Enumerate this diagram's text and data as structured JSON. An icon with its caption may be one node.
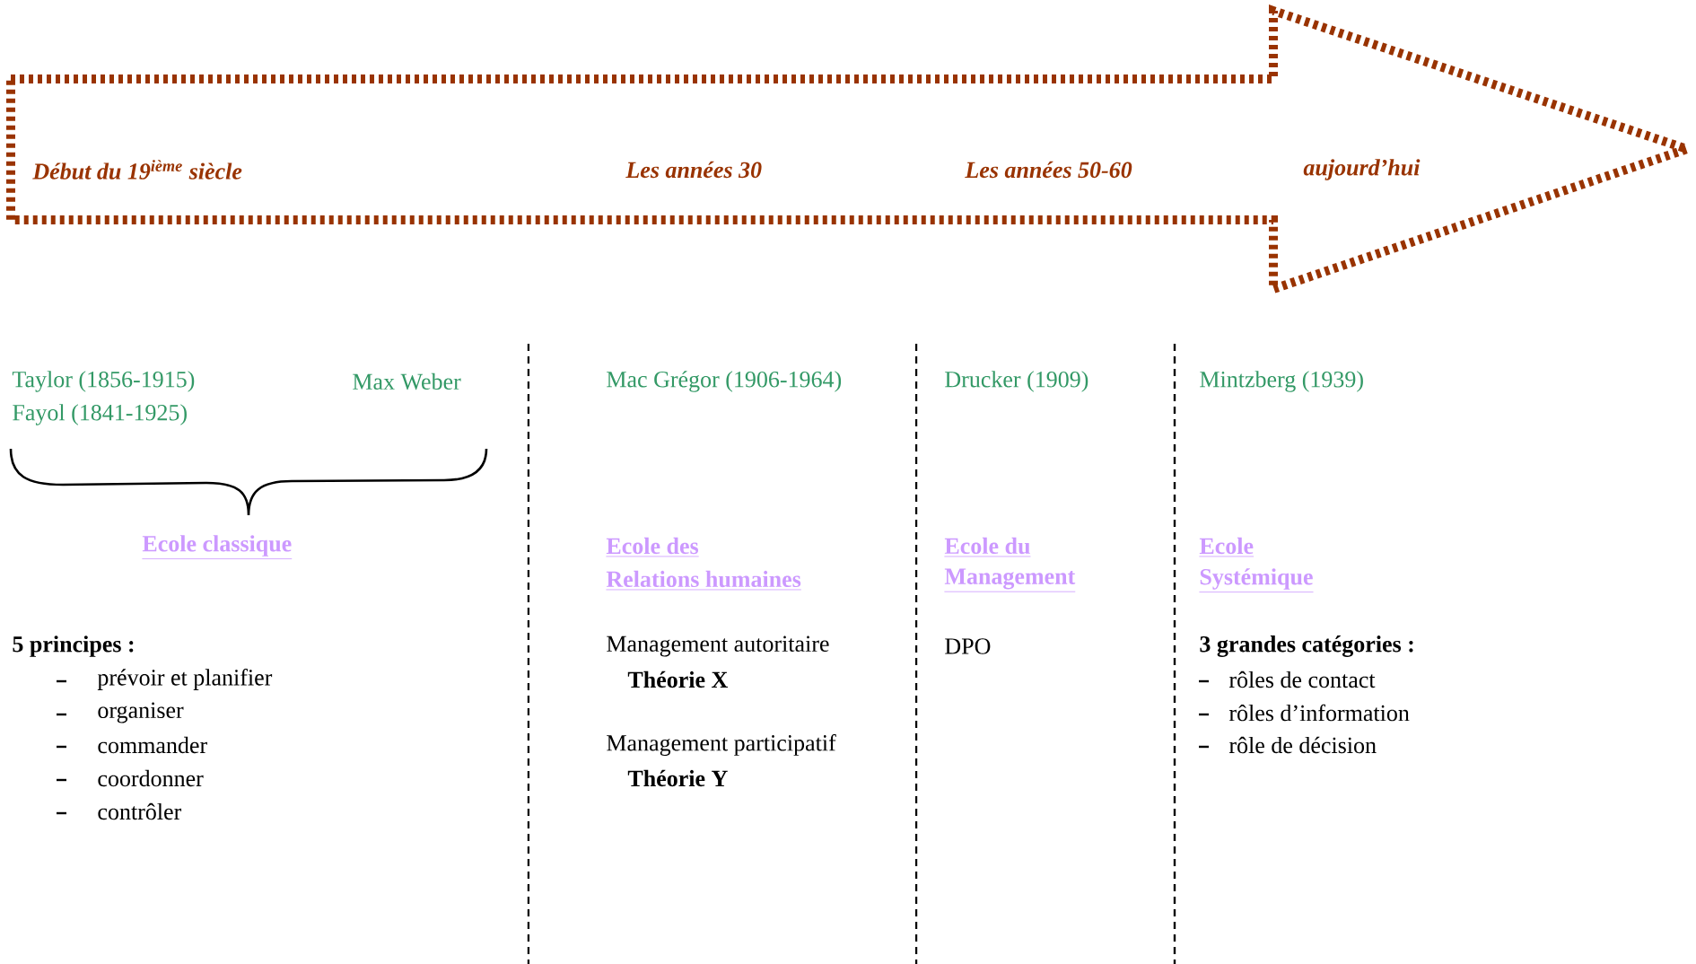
{
  "diagram": {
    "nodes": [
      {
        "text": [
          "Début du 19$^{ième}$ siècle",
          "Les années 30",
          "Les années 50-60",
          "aujourd’hui"
        ]
      }
    ],
    "labels": [
      "Taylor (1856-1915)",
      "Max Weber",
      "Fayol (1841-1925)",
      "Ecole classique",
      "5 principes :",
      "prévoir et planifier",
      "organiser",
      "commander",
      "coordonner",
      "contrôler",
      "Mac Grégor (1906-1964)",
      "Ecole des",
      "Relations humaines",
      "Management autoritaire",
      "Théorie X",
      "Management participatif",
      "Théorie Y",
      "Drucker (1909)",
      "Ecole du",
      "Management",
      "DPO",
      "Mintzberg (1939)",
      "Ecole",
      "Systémique",
      "3 grandes catégories :",
      "rôles de contact",
      "rôles d’information",
      "rôle de décision"
    ]
  }
}
